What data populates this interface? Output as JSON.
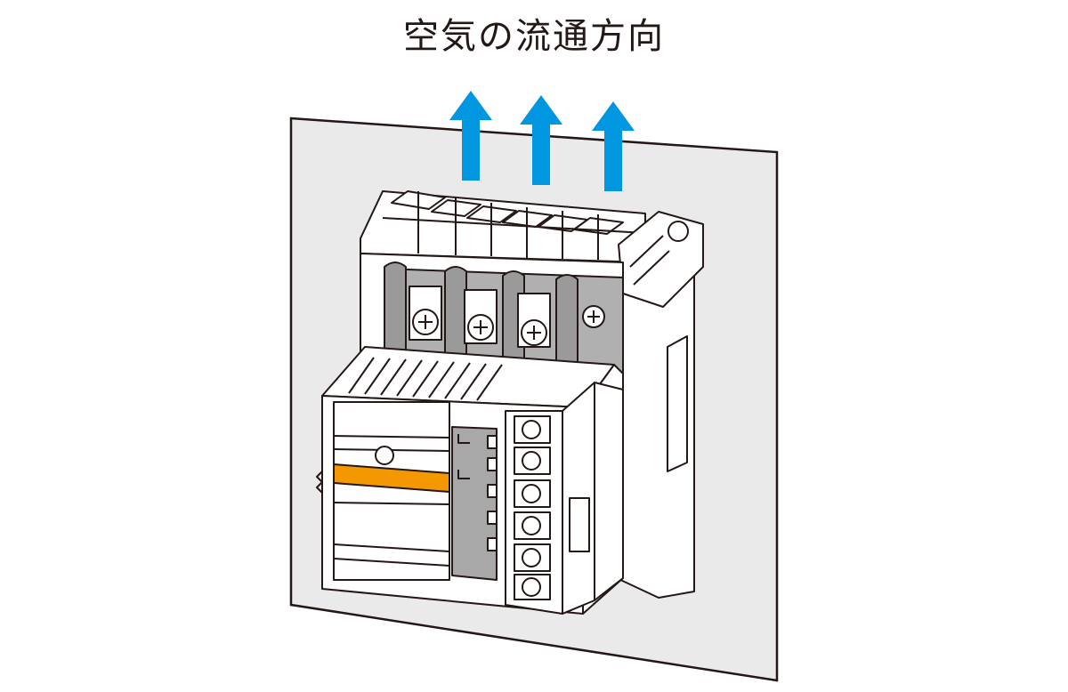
{
  "title": "空気の流通方向",
  "airflow": {
    "direction": "up",
    "arrow_count": 3
  },
  "colors": {
    "airflow_arrow": "#0096e0",
    "indicator_stripe": "#f39800",
    "mounting_panel": "#eaeaea",
    "outline": "#231815",
    "grey_parts": "#a8a8a8",
    "housing": "#ffffff"
  },
  "device": {
    "parts": [
      "mounting-panel",
      "contactor-body",
      "main-terminal-screws",
      "overload-relay",
      "auxiliary-terminals",
      "indicator-stripe"
    ]
  }
}
